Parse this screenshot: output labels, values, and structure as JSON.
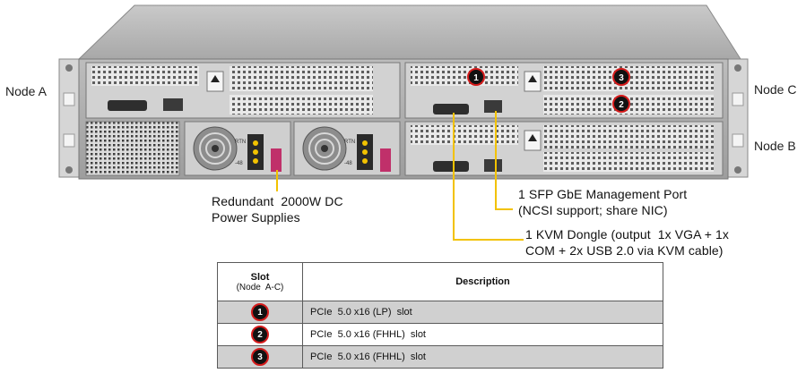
{
  "nodes": {
    "a": "Node A",
    "b": "Node B",
    "c": "Node C"
  },
  "callouts": {
    "power": [
      "Redundant  2000W DC",
      "Power Supplies"
    ],
    "sfp": [
      "1 SFP GbE Management Port",
      "(NCSI support; share NIC)"
    ],
    "kvm": [
      "1 KVM Dongle (output  1x VGA + 1x",
      "COM + 2x USB 2.0 via KVM cable)"
    ]
  },
  "table": {
    "header_slot": "Slot",
    "header_slot_sub": "(Node  A-C)",
    "header_desc": "Description",
    "rows": [
      {
        "slot": "1",
        "desc": "PCIe  5.0 x16 (LP)  slot"
      },
      {
        "slot": "2",
        "desc": "PCIe  5.0 x16 (FHHL)  slot"
      },
      {
        "slot": "3",
        "desc": "PCIe  5.0 x16 (FHHL)  slot"
      }
    ]
  },
  "chassis_badges": [
    "1",
    "3",
    "2"
  ],
  "psu_labels": [
    "RTN",
    "-48"
  ],
  "colors": {
    "leader": "#f2c200",
    "badge_fill": "#111111",
    "badge_ring": "#d41b1b",
    "row_gray": "#d0d0d0"
  }
}
